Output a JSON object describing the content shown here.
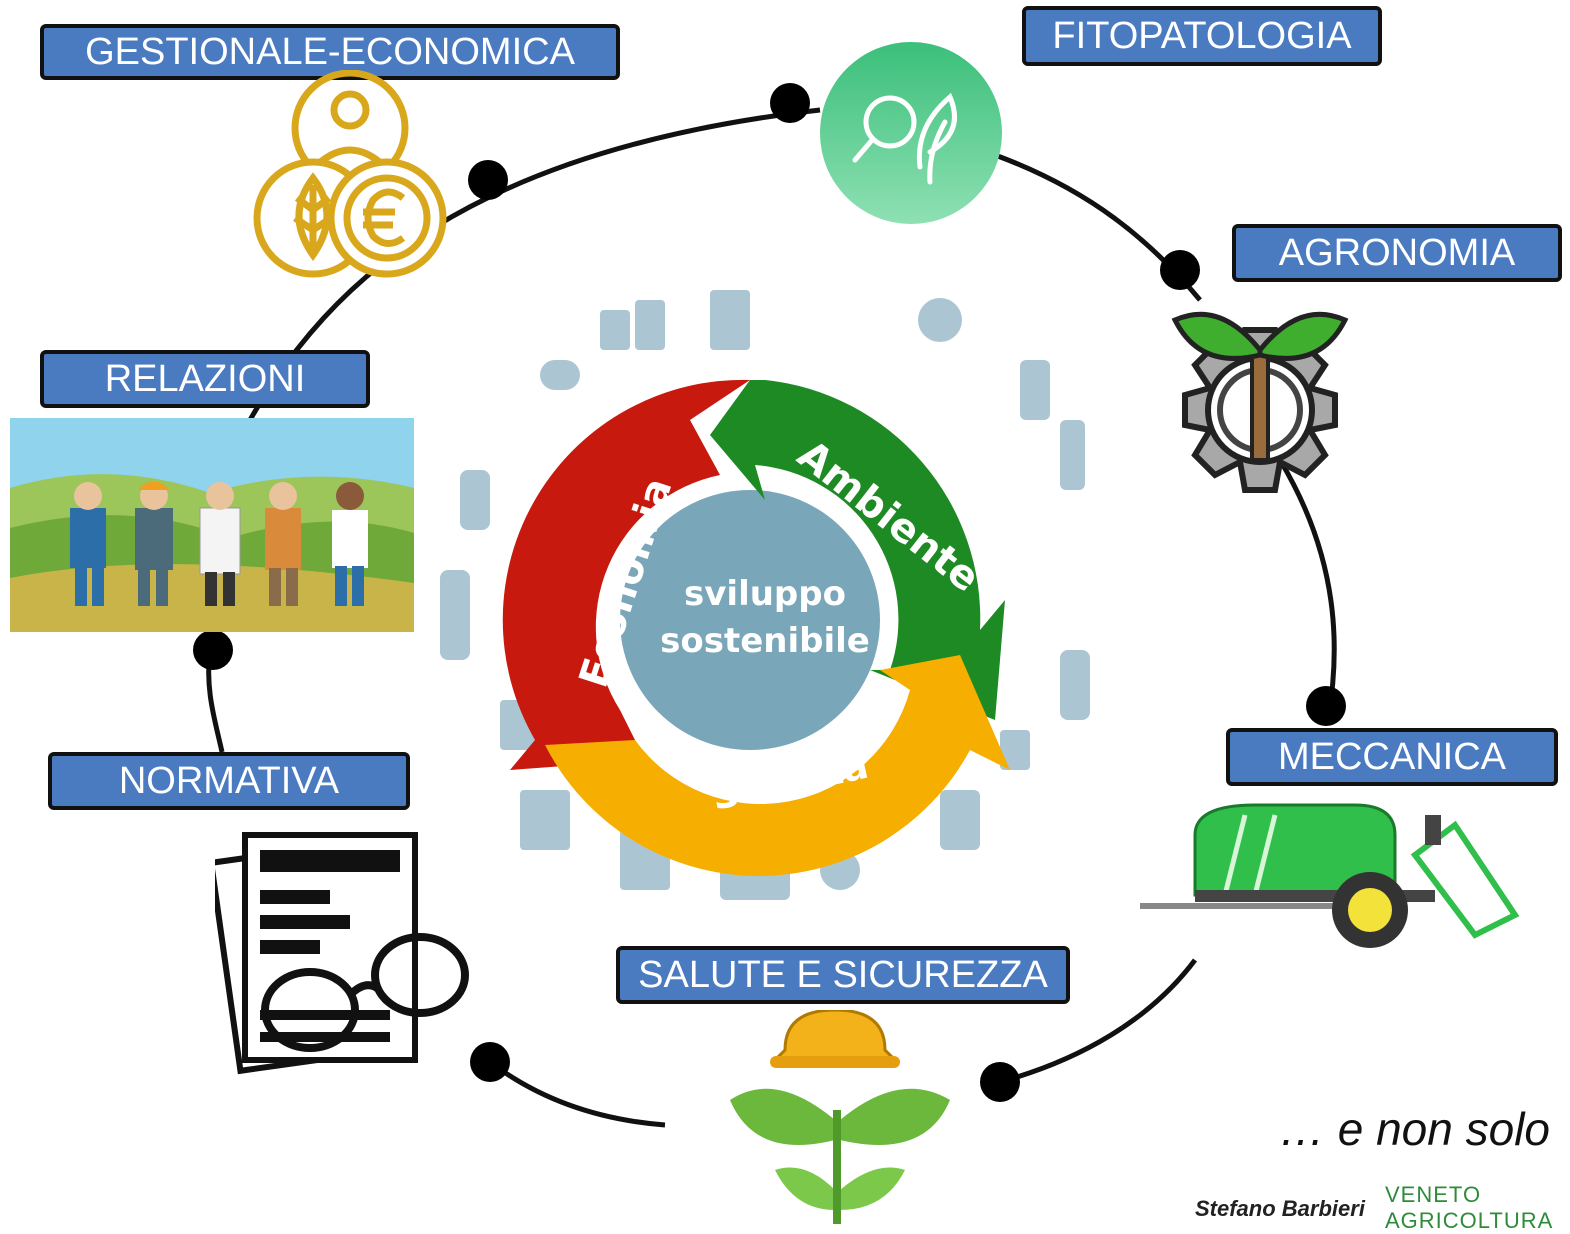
{
  "center": {
    "hub_line1": "sviluppo",
    "hub_line2": "sostenibile",
    "arrow_red": "Economia",
    "arrow_green": "Ambiente",
    "arrow_yellow": "Società",
    "colors": {
      "red": "#c8190e",
      "green": "#1e8a23",
      "yellow": "#f6ae00",
      "hub": "#7aa6b9"
    }
  },
  "topics": [
    {
      "id": "gestionale",
      "label": "GESTIONALE-ECONOMICA",
      "icon": "coins-euro-icon"
    },
    {
      "id": "fitopatologia",
      "label": "FITOPATOLOGIA",
      "icon": "magnifier-leaf-icon"
    },
    {
      "id": "agronomia",
      "label": "AGRONOMIA",
      "icon": "gear-sprout-icon"
    },
    {
      "id": "relazioni",
      "label": "RELAZIONI",
      "icon": "farmers-illustration"
    },
    {
      "id": "meccanica",
      "label": "MECCANICA",
      "icon": "sprayer-icon"
    },
    {
      "id": "normativa",
      "label": "NORMATIVA",
      "icon": "documents-glasses-icon"
    },
    {
      "id": "salute",
      "label": "SALUTE E SICUREZZA",
      "icon": "sprout-helmet-icon"
    }
  ],
  "footer": {
    "tagline": "… e non solo",
    "author": "Stefano Barbieri",
    "logo": "VENETO AGRICOLTURA"
  },
  "accent": "#4a7bc1"
}
